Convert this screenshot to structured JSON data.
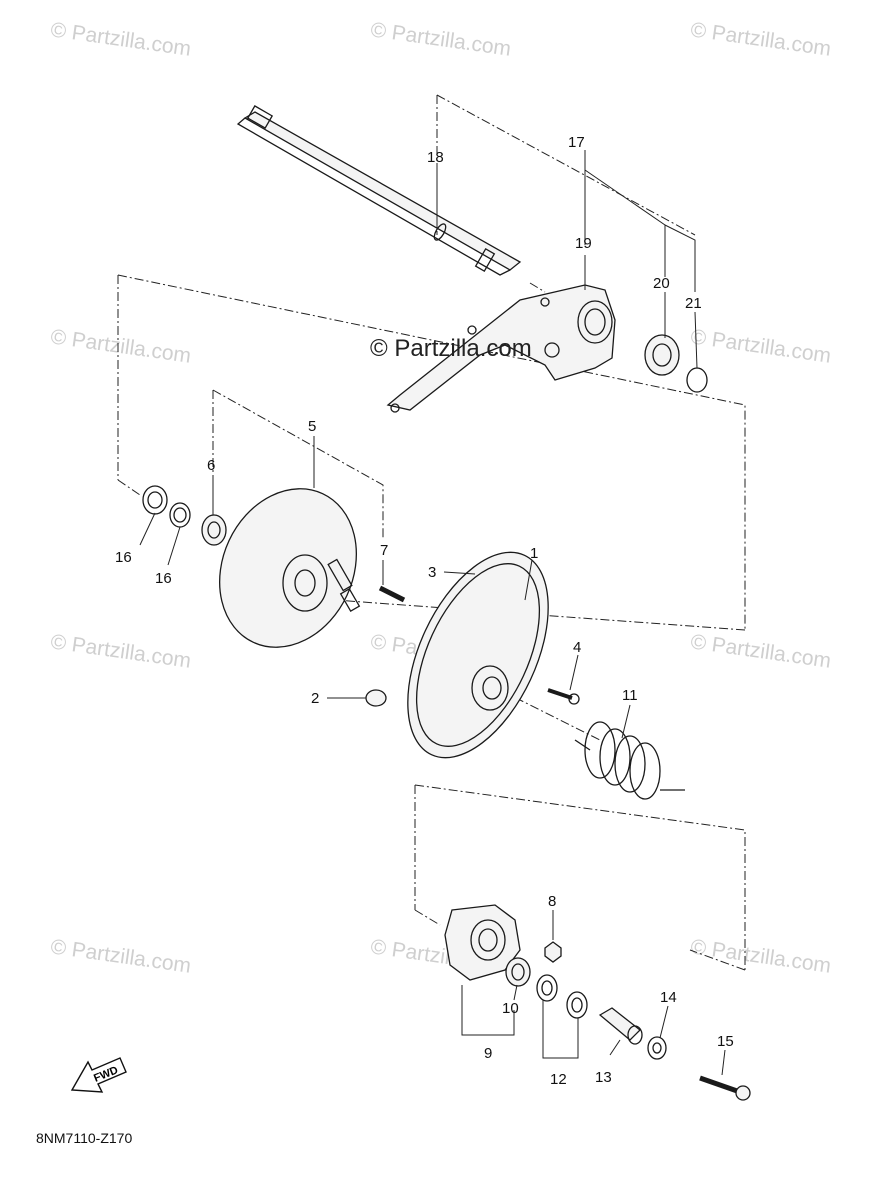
{
  "watermark": "© Partzilla.com",
  "center_watermark": "© Partzilla.com",
  "diagram_code": "8NM7110-Z170",
  "fwd_label": "FWD",
  "callouts": [
    "1",
    "2",
    "3",
    "4",
    "5",
    "6",
    "7",
    "8",
    "9",
    "10",
    "11",
    "12",
    "13",
    "14",
    "15",
    "16",
    "16",
    "17",
    "18",
    "19",
    "20",
    "21"
  ]
}
